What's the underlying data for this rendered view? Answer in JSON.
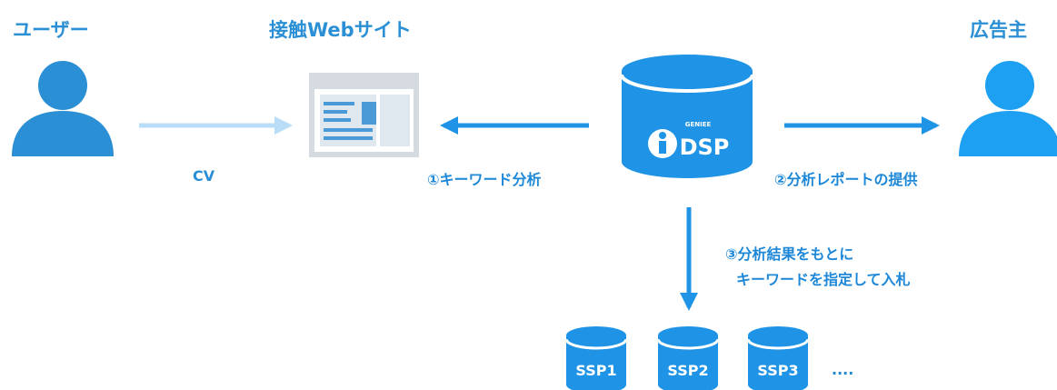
{
  "nodes": {
    "user": "ユーザー",
    "website": "接触Webサイト",
    "advertiser": "広告主",
    "dsp": {
      "brand": "GENIEE",
      "name": "DSP"
    },
    "ssps": [
      "SSP1",
      "SSP2",
      "SSP3"
    ],
    "ellipsis": "...."
  },
  "edges": {
    "cv": "CV",
    "keyword_analysis": "①キーワード分析",
    "report": "②分析レポートの提供",
    "bid_line1": "③分析結果をもとに",
    "bid_line2": "キーワードを指定して入札"
  },
  "colors": {
    "primary": "#1f93e6",
    "light": "#b9dcf7",
    "person": "#2a8fd4",
    "advertiser": "#1ea0f2",
    "page_gray": "#d6dbe1",
    "page_blue": "#4b9ad8"
  }
}
